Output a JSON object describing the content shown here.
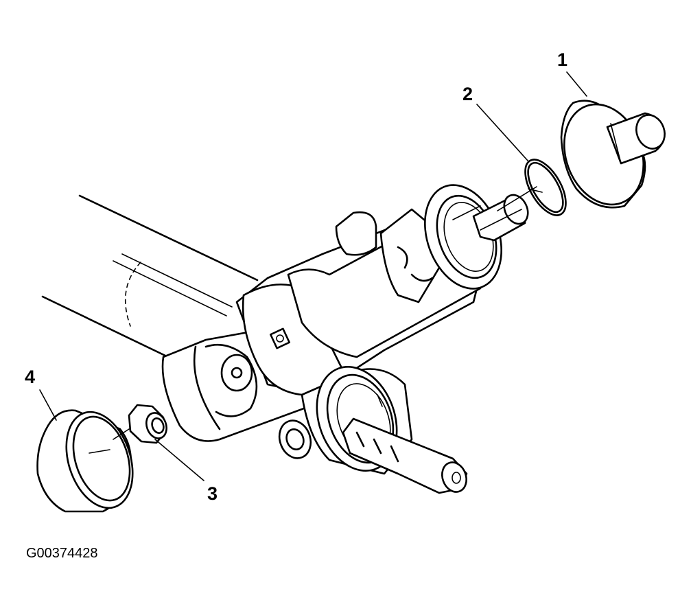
{
  "diagram": {
    "figure_code": "G00374428",
    "callouts": [
      {
        "id": "1",
        "label": "1"
      },
      {
        "id": "2",
        "label": "2"
      },
      {
        "id": "3",
        "label": "3"
      },
      {
        "id": "4",
        "label": "4"
      }
    ]
  }
}
